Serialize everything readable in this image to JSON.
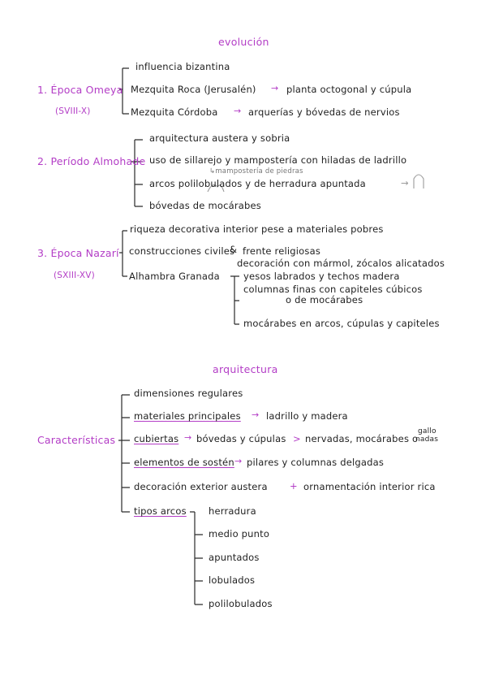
{
  "colors": {
    "accent": "#b33dc6",
    "ink": "#1f1f1f",
    "muted": "#777777"
  },
  "section1": {
    "title": "evolución",
    "omeya": {
      "label": "1. Época Omeya",
      "period": "(SVIII-X)",
      "items": [
        "influencia bizantina",
        "Mezquita Roca (Jerusalén)",
        "planta octogonal y cúpula",
        "Mezquita Córdoba",
        "arquerías y bóvedas de nervios"
      ]
    },
    "almohade": {
      "label": "2. Período Almohade",
      "items": [
        "arquitectura austera y sobria",
        "uso de sillarejo y mampostería con hiladas de ladrillo",
        "arcos polilobulados y de herradura apuntada",
        "bóvedas de mocárabes"
      ],
      "note": "↳mampostería de piedras"
    },
    "nazari": {
      "label": "3. Época Nazarí",
      "period": "(SXIII-XV)",
      "items": [
        "riqueza decorativa interior pese a materiales pobres",
        "construcciones civiles",
        "frente religiosas",
        "Alhambra Granada"
      ],
      "alhambra": [
        "decoración con mármol, zócalos alicatados",
        "yesos labrados y techos madera",
        "columnas finas con capiteles cúbicos",
        "o de mocárabes",
        "mocárabes en arcos, cúpulas y capiteles"
      ]
    }
  },
  "section2": {
    "title": "arquitectura",
    "label": "Características",
    "items": {
      "dimensiones": "dimensiones regulares",
      "materiales_label": "materiales principales",
      "materiales_value": "ladrillo y madera",
      "cubiertas_label": "cubiertas",
      "cubiertas_value": "bóvedas y cúpulas",
      "cubiertas_sep": ">",
      "cubiertas_extra": "nervadas, mocárabes o",
      "gallo_top": "gallo",
      "gallo_bottom": "nadas",
      "sosten_label": "elementos de sostén",
      "sosten_value": "pilares y columnas delgadas",
      "decoracion_a": "decoración exterior austera",
      "plus": "+",
      "decoracion_b": "ornamentación interior rica",
      "arcos_label": "tipos arcos"
    },
    "arcos": [
      "herradura",
      "medio punto",
      "apuntados",
      "lobulados",
      "polilobulados"
    ]
  }
}
